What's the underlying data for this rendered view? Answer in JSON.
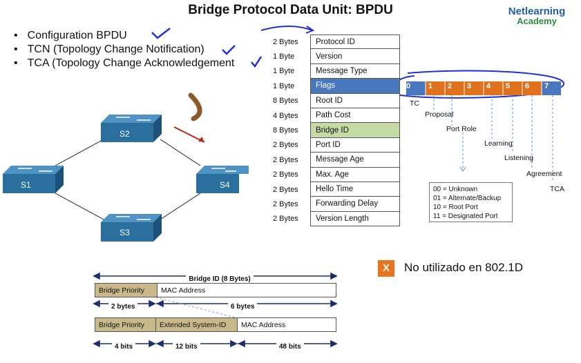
{
  "title": "Bridge Protocol Data Unit: BPDU",
  "logo": {
    "line1": "Netlearning",
    "line2": "Academy"
  },
  "bullets": [
    "Configuration BPDU",
    "TCN (Topology Change Notification)",
    "TCA (Topology Change Acknowledgement"
  ],
  "switches": [
    "S2",
    "S1",
    "S4",
    "S3"
  ],
  "fields": [
    {
      "size": "2 Bytes",
      "name": "Protocol ID"
    },
    {
      "size": "1 Byte",
      "name": "Version"
    },
    {
      "size": "1 Byte",
      "name": "Message Type"
    },
    {
      "size": "1 Byte",
      "name": "Flags"
    },
    {
      "size": "8 Bytes",
      "name": "Root ID"
    },
    {
      "size": "4 Bytes",
      "name": "Path Cost"
    },
    {
      "size": "8 Bytes",
      "name": "Bridge ID"
    },
    {
      "size": "2 Bytes",
      "name": "Port ID"
    },
    {
      "size": "2 Bytes",
      "name": "Message Age"
    },
    {
      "size": "2 Bytes",
      "name": "Max. Age"
    },
    {
      "size": "2 Bytes",
      "name": "Hello Time"
    },
    {
      "size": "2 Bytes",
      "name": "Forwarding Delay"
    },
    {
      "size": "2 Bytes",
      "name": "Version Length"
    }
  ],
  "flag_bits": [
    "0",
    "1",
    "2",
    "3",
    "4",
    "5",
    "6",
    "7"
  ],
  "flag_labels": {
    "tc": "TC",
    "proposal": "Proposal",
    "port_role": "Port Role",
    "learning": "Learning",
    "listening": "Listening",
    "agreement": "Agreement",
    "tca": "TCA"
  },
  "port_role_legend": [
    "00 = Unknown",
    "01 = Alternate/Backup",
    "10 = Root Port",
    "11 = Designated Port"
  ],
  "warning": {
    "mark": "X",
    "text": "No utilizado en 802.1D"
  },
  "bridge_id": {
    "header": "Bridge ID (8 Bytes)",
    "row1": [
      "Bridge Priority",
      "MAC Address"
    ],
    "row1_dims": [
      "2 bytes",
      "6 bytes"
    ],
    "row2": [
      "Bridge Priority",
      "Extended System-ID",
      "MAC Address"
    ],
    "row2_dims": [
      "4 bits",
      "12 bits",
      "48 bits"
    ]
  },
  "colors": {
    "flags_blue": "#4a78bf",
    "flag_orange": "#e0711c",
    "bridge_green": "#c5dba6",
    "switch_blue": "#2a6f9e",
    "annotation_blue": "#1d2fd6",
    "dim_navy": "#1a2f6b",
    "tan": "#c9b98a"
  }
}
